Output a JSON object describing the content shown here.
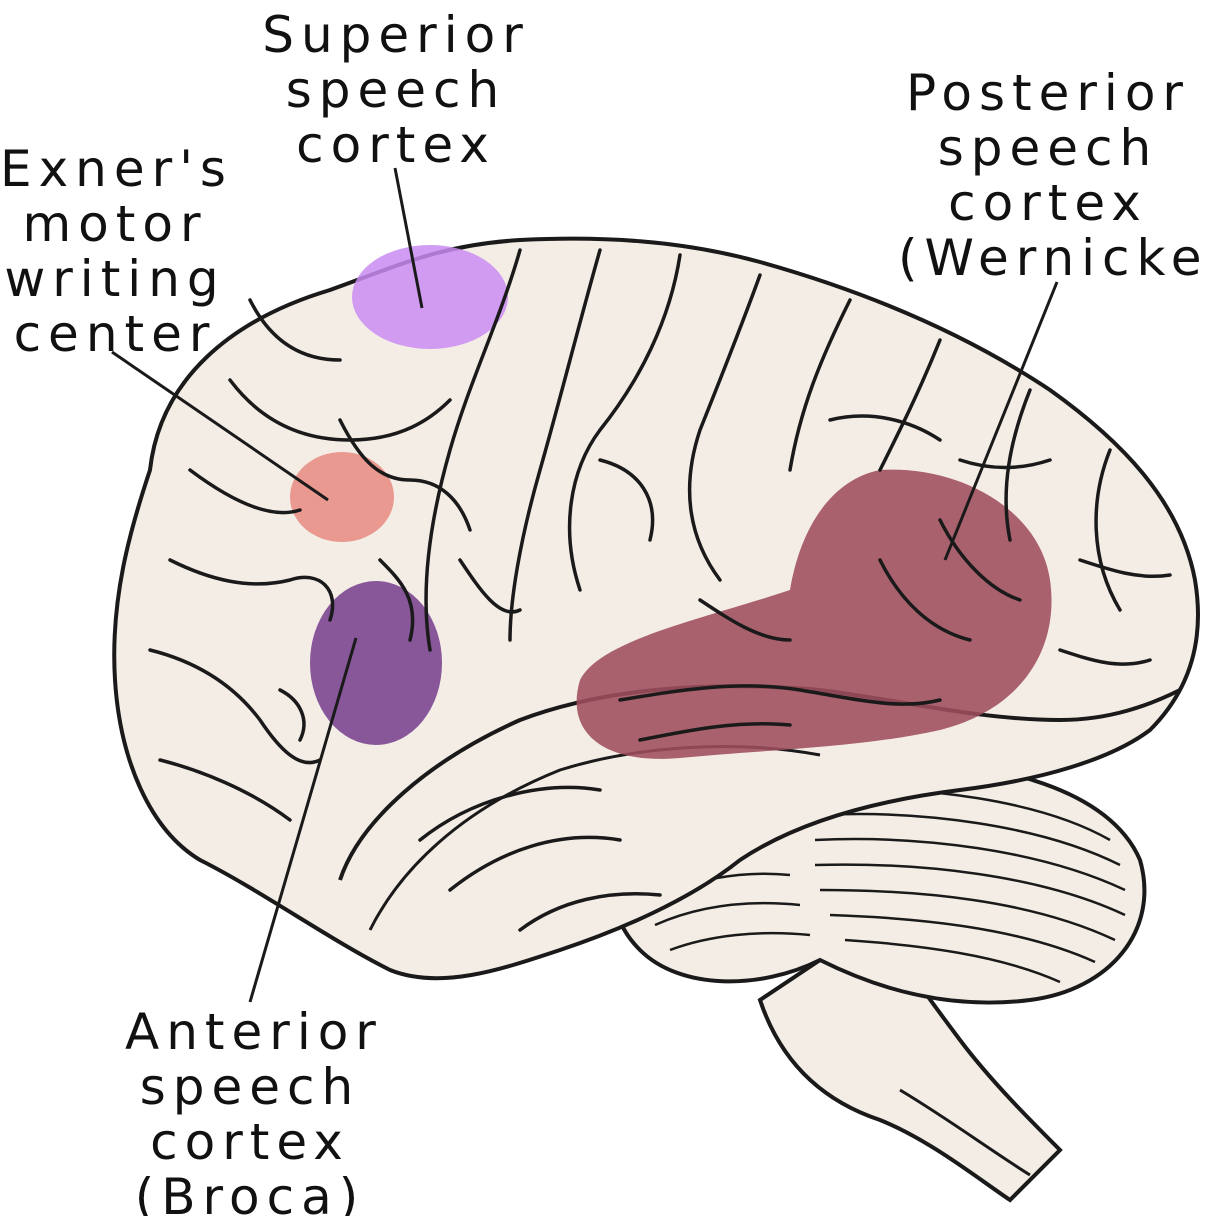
{
  "labels": {
    "superior": [
      "Superior",
      "speech",
      "cortex"
    ],
    "exner": [
      "Exner's",
      "motor",
      "writing",
      "center"
    ],
    "posterior": [
      "Posterior",
      "speech",
      "cortex",
      "(Wernicke)"
    ],
    "anterior": [
      "Anterior",
      "speech",
      "cortex",
      "(Broca)"
    ]
  },
  "colors": {
    "brain_fill": "#f4ede6",
    "outline": "#1a1a1a",
    "superior_region": "#c98cf2",
    "exner_region": "#e68a80",
    "broca_region": "#7e4a94",
    "wernicke_region": "#9e4d5c",
    "background": "#ffffff"
  }
}
